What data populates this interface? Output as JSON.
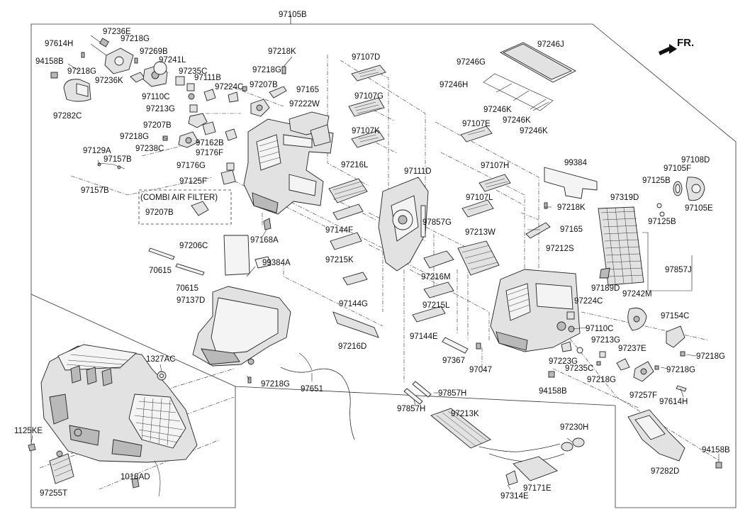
{
  "diagram": {
    "front_indicator": "FR.",
    "assembly_label": "97105B",
    "callout_box_label": "(COMBI AIR FILTER)",
    "labels": [
      {
        "id": "97105B",
        "text": "97105B"
      },
      {
        "id": "97614H-a",
        "text": "97614H"
      },
      {
        "id": "97236E",
        "text": "97236E"
      },
      {
        "id": "97218G-a",
        "text": "97218G"
      },
      {
        "id": "97269B",
        "text": "97269B"
      },
      {
        "id": "94158B-a",
        "text": "94158B"
      },
      {
        "id": "97218G-b",
        "text": "97218G"
      },
      {
        "id": "97241L",
        "text": "97241L"
      },
      {
        "id": "97236K",
        "text": "97236K"
      },
      {
        "id": "97235C-a",
        "text": "97235C"
      },
      {
        "id": "97111B",
        "text": "97111B"
      },
      {
        "id": "97218K-a",
        "text": "97218K"
      },
      {
        "id": "97218G-c",
        "text": "97218G"
      },
      {
        "id": "97107D",
        "text": "97107D"
      },
      {
        "id": "97246J",
        "text": "97246J"
      },
      {
        "id": "97246G",
        "text": "97246G"
      },
      {
        "id": "97282C",
        "text": "97282C"
      },
      {
        "id": "97110C-a",
        "text": "97110C"
      },
      {
        "id": "97224C-a",
        "text": "97224C"
      },
      {
        "id": "97207B-a",
        "text": "97207B"
      },
      {
        "id": "97165-a",
        "text": "97165"
      },
      {
        "id": "97246H",
        "text": "97246H"
      },
      {
        "id": "97107G",
        "text": "97107G"
      },
      {
        "id": "97222W",
        "text": "97222W"
      },
      {
        "id": "97213G-a",
        "text": "97213G"
      },
      {
        "id": "97246K-a",
        "text": "97246K"
      },
      {
        "id": "97246K-b",
        "text": "97246K"
      },
      {
        "id": "97246K-c",
        "text": "97246K"
      },
      {
        "id": "97207B-b",
        "text": "97207B"
      },
      {
        "id": "97107E",
        "text": "97107E"
      },
      {
        "id": "97107K",
        "text": "97107K"
      },
      {
        "id": "97218G-d",
        "text": "97218G"
      },
      {
        "id": "97162B",
        "text": "97162B"
      },
      {
        "id": "97238C",
        "text": "97238C"
      },
      {
        "id": "97176F",
        "text": "97176F"
      },
      {
        "id": "97129A",
        "text": "97129A"
      },
      {
        "id": "97157B-a",
        "text": "97157B"
      },
      {
        "id": "97108D",
        "text": "97108D"
      },
      {
        "id": "97105F",
        "text": "97105F"
      },
      {
        "id": "99384-a",
        "text": "99384"
      },
      {
        "id": "97111D",
        "text": "97111D"
      },
      {
        "id": "97107H",
        "text": "97107H"
      },
      {
        "id": "97176G",
        "text": "97176G"
      },
      {
        "id": "97216L",
        "text": "97216L"
      },
      {
        "id": "97125B-a",
        "text": "97125B"
      },
      {
        "id": "97125F",
        "text": "97125F"
      },
      {
        "id": "97319D",
        "text": "97319D"
      },
      {
        "id": "97105E",
        "text": "97105E"
      },
      {
        "id": "97157B-b",
        "text": "97157B"
      },
      {
        "id": "97107L",
        "text": "97107L"
      },
      {
        "id": "97218K-b",
        "text": "97218K"
      },
      {
        "id": "97857G",
        "text": "97857G"
      },
      {
        "id": "97207B-c",
        "text": "97207B"
      },
      {
        "id": "97125B-b",
        "text": "97125B"
      },
      {
        "id": "97144F",
        "text": "97144F"
      },
      {
        "id": "97165-b",
        "text": "97165"
      },
      {
        "id": "97213W",
        "text": "97213W"
      },
      {
        "id": "97168A",
        "text": "97168A"
      },
      {
        "id": "97206C",
        "text": "97206C"
      },
      {
        "id": "97212S",
        "text": "97212S"
      },
      {
        "id": "97215K",
        "text": "97215K"
      },
      {
        "id": "99384A",
        "text": "99384A"
      },
      {
        "id": "70615-a",
        "text": "70615"
      },
      {
        "id": "97857J",
        "text": "97857J"
      },
      {
        "id": "97216M",
        "text": "97216M"
      },
      {
        "id": "70615-b",
        "text": "70615"
      },
      {
        "id": "97189D",
        "text": "97189D"
      },
      {
        "id": "97242M",
        "text": "97242M"
      },
      {
        "id": "97137D",
        "text": "97137D"
      },
      {
        "id": "97215L",
        "text": "97215L"
      },
      {
        "id": "97224C-b",
        "text": "97224C"
      },
      {
        "id": "97144G",
        "text": "97144G"
      },
      {
        "id": "97154C",
        "text": "97154C"
      },
      {
        "id": "97110C-b",
        "text": "97110C"
      },
      {
        "id": "97144E",
        "text": "97144E"
      },
      {
        "id": "97213G-b",
        "text": "97213G"
      },
      {
        "id": "97216D",
        "text": "97216D"
      },
      {
        "id": "97237E",
        "text": "97237E"
      },
      {
        "id": "97218G-e",
        "text": "97218G"
      },
      {
        "id": "1327AC",
        "text": "1327AC"
      },
      {
        "id": "97367",
        "text": "97367"
      },
      {
        "id": "97047",
        "text": "97047"
      },
      {
        "id": "97223G",
        "text": "97223G"
      },
      {
        "id": "97235C-b",
        "text": "97235C"
      },
      {
        "id": "97218G-f",
        "text": "97218G"
      },
      {
        "id": "97218G-g",
        "text": "97218G"
      },
      {
        "id": "97218G-h",
        "text": "97218G"
      },
      {
        "id": "97651",
        "text": "97651"
      },
      {
        "id": "94158B-b",
        "text": "94158B"
      },
      {
        "id": "97857H-a",
        "text": "97857H"
      },
      {
        "id": "97257F",
        "text": "97257F"
      },
      {
        "id": "97614H-b",
        "text": "97614H"
      },
      {
        "id": "97857H-b",
        "text": "97857H"
      },
      {
        "id": "97213K",
        "text": "97213K"
      },
      {
        "id": "1125KE",
        "text": "1125KE"
      },
      {
        "id": "97230H",
        "text": "97230H"
      },
      {
        "id": "94158B-c",
        "text": "94158B"
      },
      {
        "id": "97282D",
        "text": "97282D"
      },
      {
        "id": "97255T",
        "text": "97255T"
      },
      {
        "id": "1018AD",
        "text": "1018AD"
      },
      {
        "id": "97171E",
        "text": "97171E"
      },
      {
        "id": "97314E",
        "text": "97314E"
      }
    ]
  }
}
